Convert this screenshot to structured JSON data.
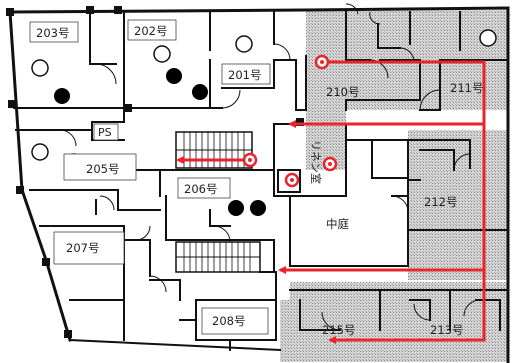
{
  "plan": {
    "rooms": [
      {
        "label": "203号"
      },
      {
        "label": "202号"
      },
      {
        "label": "201号"
      },
      {
        "label": "210号"
      },
      {
        "label": "211号"
      },
      {
        "label": "PS"
      },
      {
        "label": "205号"
      },
      {
        "label": "206号"
      },
      {
        "label": "リネン室"
      },
      {
        "label": "212号"
      },
      {
        "label": "中庭"
      },
      {
        "label": "207号"
      },
      {
        "label": "208号"
      },
      {
        "label": "215号"
      },
      {
        "label": "213号"
      }
    ]
  },
  "legend_colors": {
    "route": "#e8252b",
    "hatched_area": "#c9c9c9",
    "wall": "#111111",
    "occupant_dot": "#000000"
  }
}
